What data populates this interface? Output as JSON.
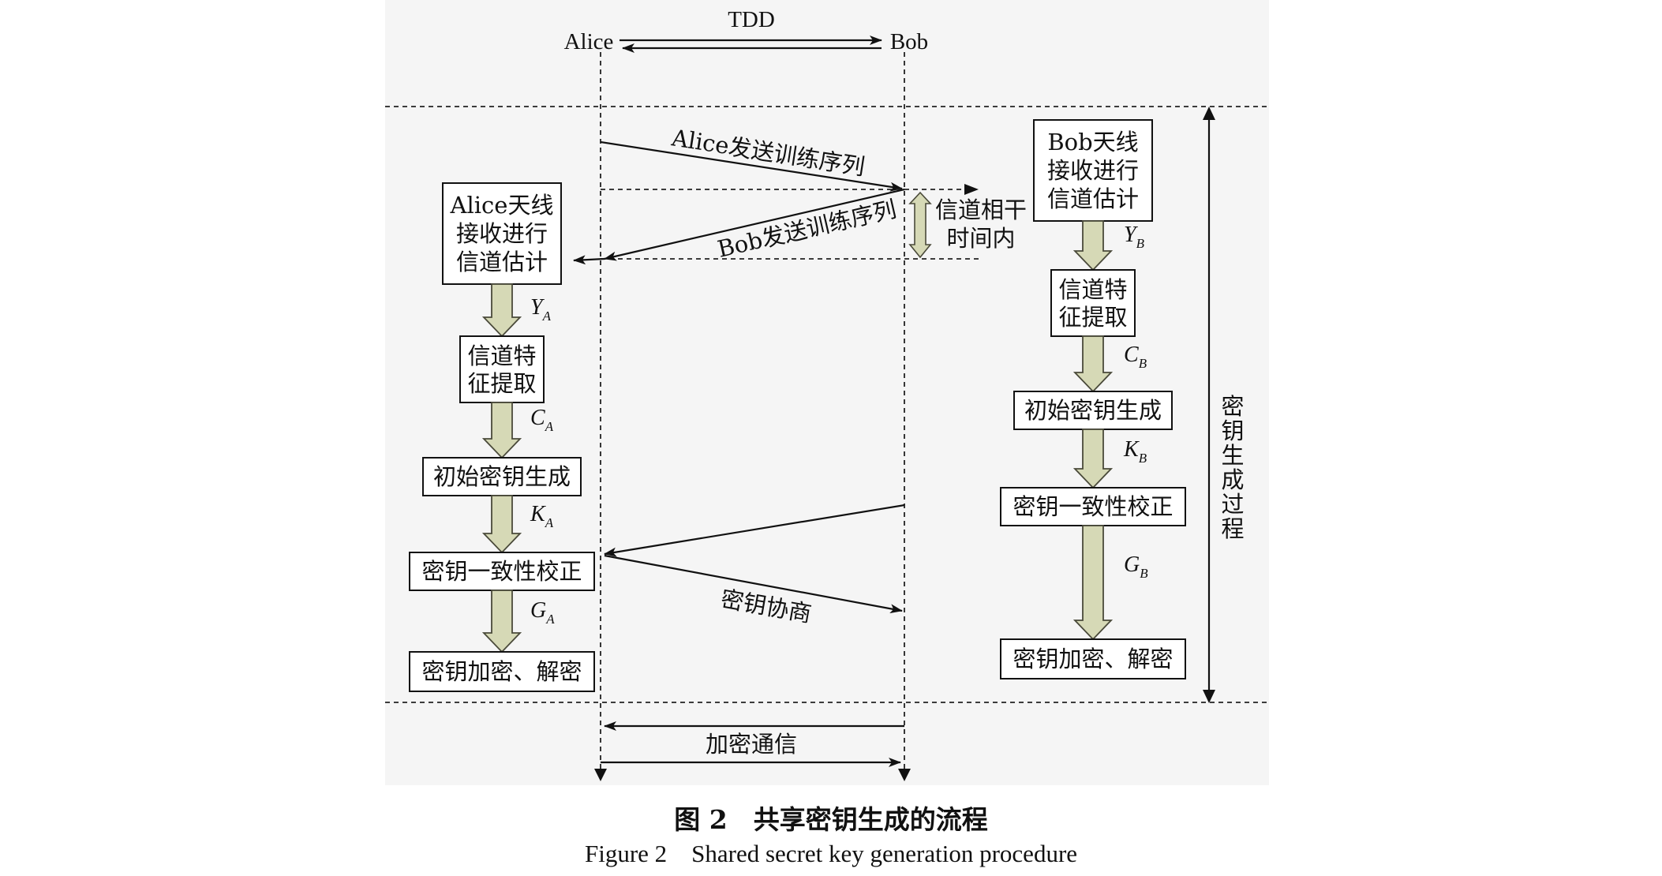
{
  "colors": {
    "panel_bg": "#f5f5f5",
    "flow_arrow_fill": "#d6d9b6",
    "flow_arrow_stroke": "#4a4a3a",
    "ink": "#111111"
  },
  "header": {
    "tdd": "TDD",
    "alice": "Alice",
    "bob": "Bob"
  },
  "messages": {
    "alice_training": "Alice发送训练序列",
    "bob_training": "Bob发送训练序列",
    "coherence_line1": "信道相干",
    "coherence_line2": "时间内",
    "negotiation": "密钥协商",
    "encrypted_comm": "加密通信"
  },
  "alice_flow": {
    "estimate": [
      "Alice天线",
      "接收进行",
      "信道估计"
    ],
    "extract": [
      "信道特",
      "征提取"
    ],
    "initial_key": "初始密钥生成",
    "reconcile": "密钥一致性校正",
    "crypto": "密钥加密、解密",
    "y": "Y",
    "y_sub": "A",
    "c": "C",
    "c_sub": "A",
    "k": "K",
    "k_sub": "A",
    "g": "G",
    "g_sub": "A"
  },
  "bob_flow": {
    "estimate": [
      "Bob天线",
      "接收进行",
      "信道估计"
    ],
    "extract": [
      "信道特",
      "征提取"
    ],
    "initial_key": "初始密钥生成",
    "reconcile": "密钥一致性校正",
    "crypto": "密钥加密、解密",
    "y": "Y",
    "y_sub": "B",
    "c": "C",
    "c_sub": "B",
    "k": "K",
    "k_sub": "B",
    "g": "G",
    "g_sub": "B"
  },
  "side_label": [
    "密",
    "钥",
    "生",
    "成",
    "过",
    "程"
  ],
  "caption": {
    "cn": "图 2　共享密钥生成的流程",
    "en": "Figure 2　Shared secret key generation procedure"
  }
}
